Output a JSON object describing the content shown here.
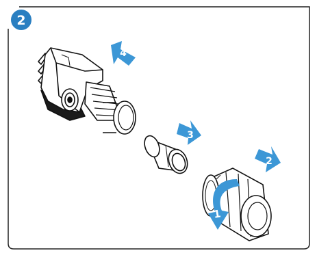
{
  "step": {
    "number": "2",
    "badge_color": "#2a7fc1"
  },
  "arrow_color": "#3c97d6",
  "callouts": [
    {
      "id": "c1",
      "label": "1",
      "icon": "curved-rotate-arrow"
    },
    {
      "id": "c2",
      "label": "2",
      "icon": "direction-arrow"
    },
    {
      "id": "c3",
      "label": "3",
      "icon": "direction-arrow"
    },
    {
      "id": "c4",
      "label": "4",
      "icon": "direction-arrow"
    }
  ],
  "parts": [
    {
      "id": "valve-body",
      "icon": "valve-body"
    },
    {
      "id": "filter-sleeve",
      "icon": "filter-sleeve"
    },
    {
      "id": "threaded-cap",
      "icon": "threaded-cap"
    }
  ]
}
